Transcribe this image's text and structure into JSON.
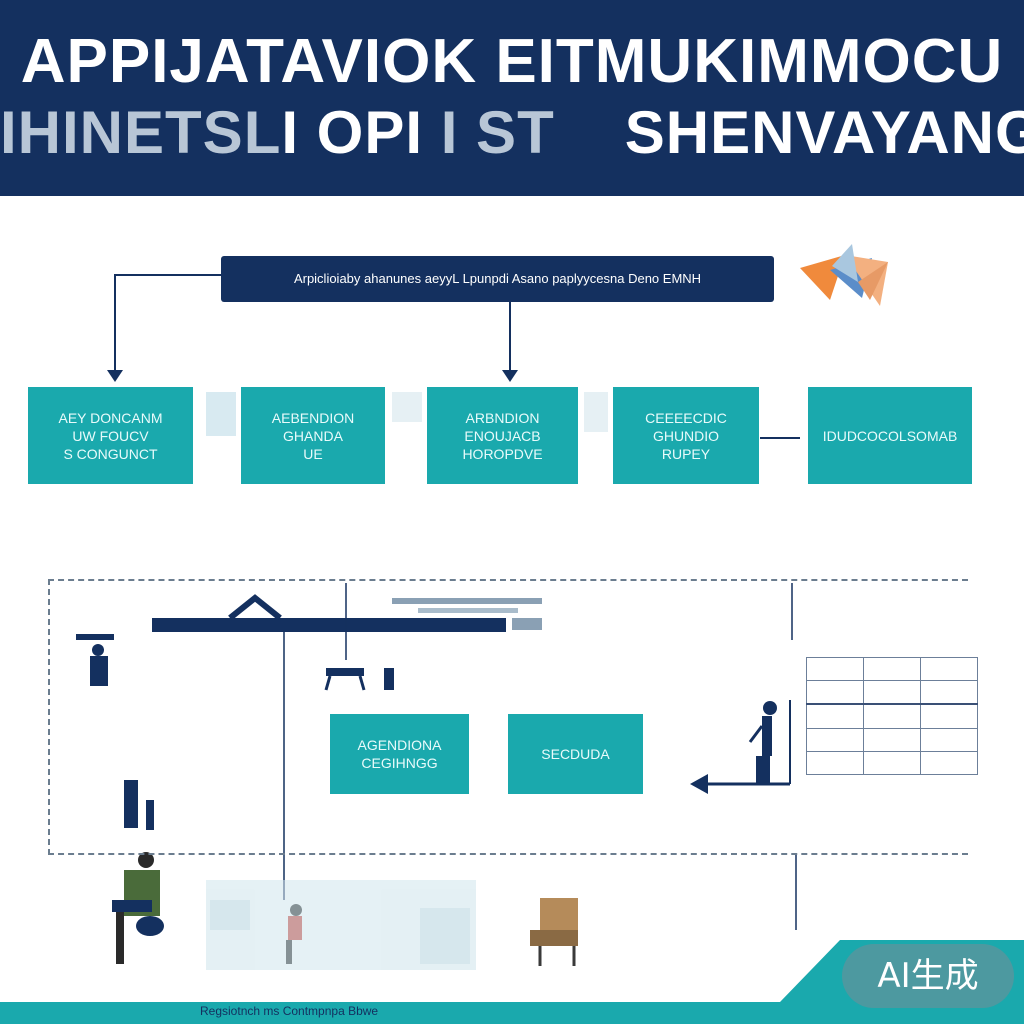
{
  "header": {
    "title_line1": "APPIJATAVIOK EITMUKIMMOCU",
    "title_line2_a": "IHINETSL",
    "title_line2_b": "I OPI",
    "title_line2_c": "I ST",
    "title_line2_d": "SHENVAYANG"
  },
  "top_box": {
    "label": "Arpiclioiaby ahanunes aeyyL Lpunpdi Asano paplyycesna Deno EMNH"
  },
  "modules": [
    {
      "lines": [
        "AEY DONCANM",
        "UW FOUCV",
        "S CONGUNCT"
      ]
    },
    {
      "lines": [
        "AEBENDION",
        "GHANDA",
        "UE"
      ]
    },
    {
      "lines": [
        "ARBNDION",
        "ENOUJACB",
        "HOROPDVE"
      ]
    },
    {
      "lines": [
        "CEEEECDIC",
        "GHUNDIO",
        "RUPEY"
      ]
    },
    {
      "lines": [
        "IDUDCOCOLSOMAB"
      ]
    }
  ],
  "lower_modules": [
    {
      "lines": [
        "AGENDIONA",
        "CEGIHNGG"
      ]
    },
    {
      "lines": [
        "SECDUDA"
      ]
    }
  ],
  "footer": {
    "caption": "Regsiotnch ms Contmpnpa Bbwe"
  },
  "badge": {
    "label": "AI生成"
  },
  "colors": {
    "navy": "#14305f",
    "teal": "#1aa9ad",
    "white": "#ffffff"
  }
}
